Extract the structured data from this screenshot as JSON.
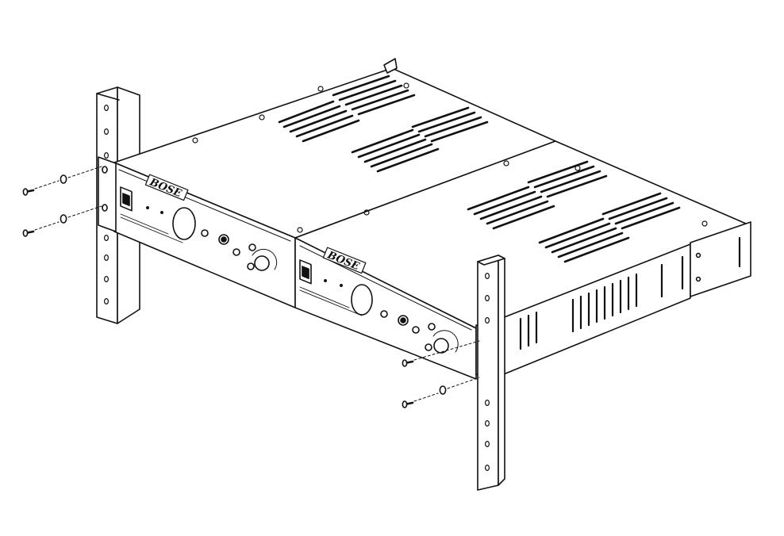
{
  "diagram": {
    "brand_logo": "BOSE",
    "line_color": "#111111",
    "background": "#ffffff",
    "units": [
      {
        "id": "rear-unit",
        "brand_logo": "BOSE"
      },
      {
        "id": "front-unit",
        "brand_logo": "BOSE"
      }
    ],
    "icons": [
      "rack-rail",
      "screw",
      "washer",
      "power-switch",
      "rotary-knob",
      "vent-slots",
      "mounting-ear"
    ]
  }
}
